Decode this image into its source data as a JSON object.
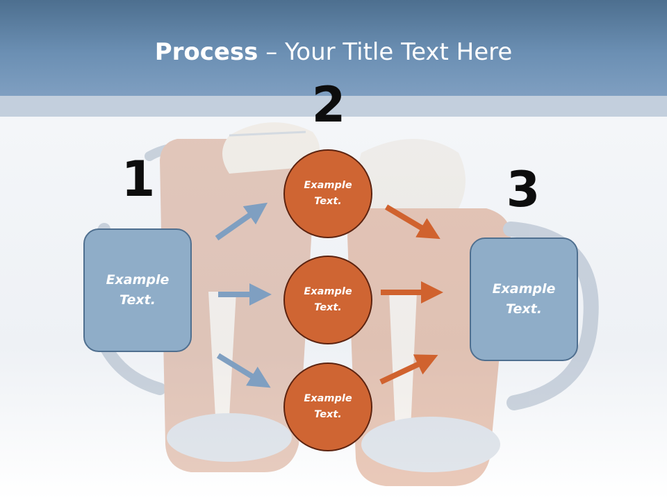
{
  "header": {
    "title_bold": "Process",
    "title_rest": " – Your Title Text Here"
  },
  "steps": {
    "one": {
      "number": "1",
      "label": "Example Text."
    },
    "two": {
      "number": "2",
      "circles": [
        {
          "label": "Example Text."
        },
        {
          "label": "Example Text."
        },
        {
          "label": "Example Text."
        }
      ]
    },
    "three": {
      "number": "3",
      "label": "Example Text."
    }
  },
  "colors": {
    "header": "#6b8fb3",
    "box_fill": "#8fadc8",
    "circle_fill": "#cf6533",
    "blue_arrow": "#7f9fc1",
    "orange_arrow": "#d0622e"
  }
}
